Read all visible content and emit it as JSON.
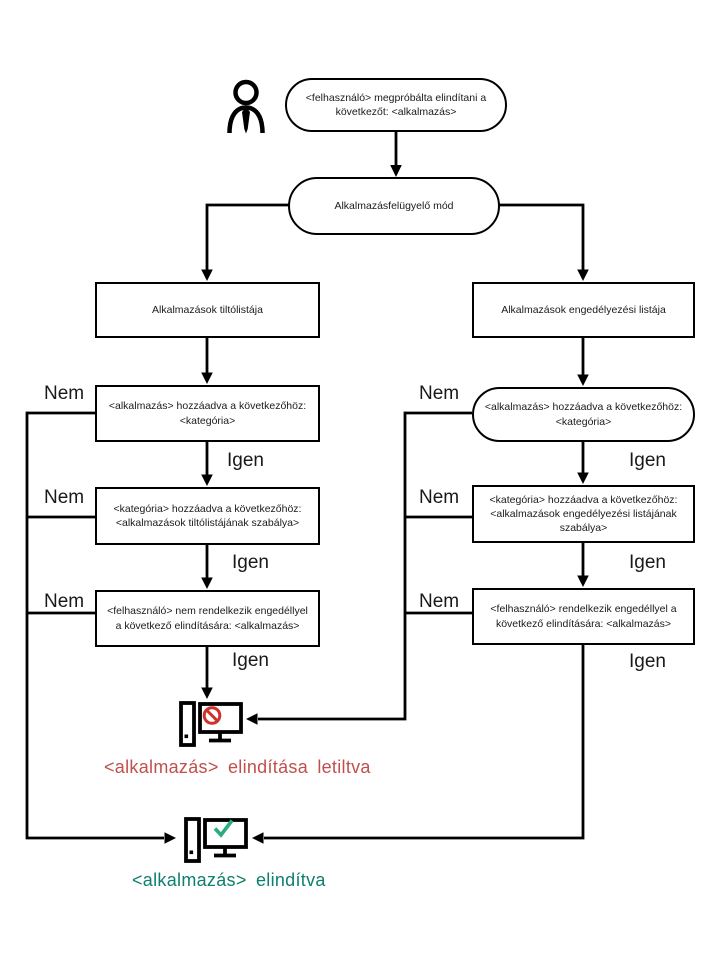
{
  "diagram": {
    "kind": "flowchart",
    "labels": {
      "yes": "Igen",
      "no": "Nem"
    },
    "start": "<felhasználó> megpróbálta elindítani a következőt: <alkalmazás>",
    "mode": "Alkalmazásfelügyelő mód",
    "branches": {
      "denylist": {
        "title": "Alkalmazások tiltólistája",
        "steps": [
          "<alkalmazás> hozzáadva a következőhöz: <kategória>",
          "<kategória> hozzáadva a következőhöz: <alkalmazások tiltólistájának szabálya>",
          "<felhasználó> nem rendelkezik engedéllyel a következő elindítására: <alkalmazás>"
        ]
      },
      "allowlist": {
        "title": "Alkalmazások engedélyezési listája",
        "steps": [
          "<alkalmazás> hozzáadva a következőhöz: <kategória>",
          "<kategória> hozzáadva a következőhöz: <alkalmazások engedélyezési listájának szabálya>",
          "<felhasználó> rendelkezik engedéllyel a következő elindítására: <alkalmazás>"
        ]
      }
    },
    "outcomes": {
      "blocked": {
        "text": "<alkalmazás> elindítása letiltva",
        "icon": "blocked-computer-icon"
      },
      "launched": {
        "text": "<alkalmazás> elindítva",
        "icon": "launched-computer-icon"
      }
    },
    "icons": {
      "actor": "user-icon",
      "blocked": "blocked-computer-icon",
      "launched": "launched-computer-icon"
    },
    "colors": {
      "line": "#000000",
      "blocked_text": "#c0504d",
      "blocked_sign": "#cc342b",
      "launched_text": "#0e7e6e",
      "launched_check": "#2aab81"
    }
  }
}
